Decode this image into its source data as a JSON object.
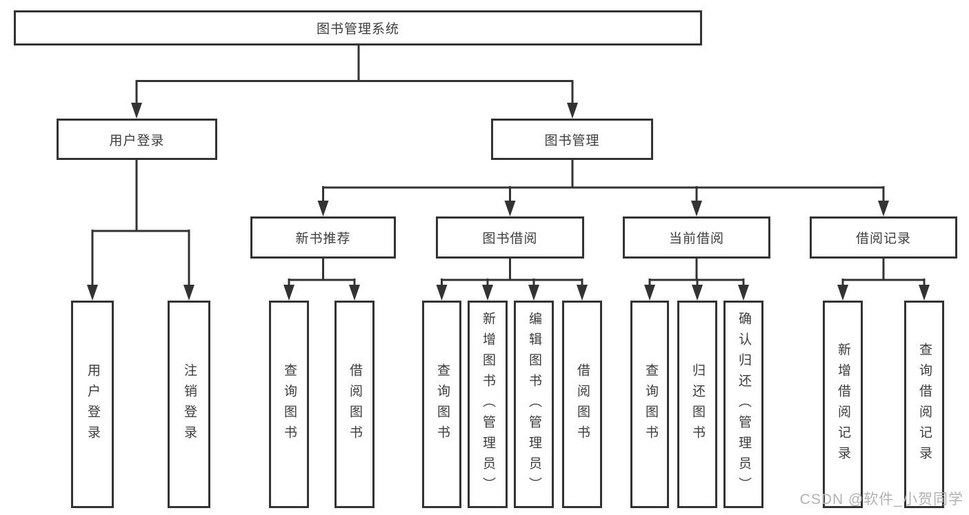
{
  "diagram": {
    "root": {
      "label": "图书管理系统"
    },
    "level2": [
      {
        "label": "用户登录"
      },
      {
        "label": "图书管理"
      }
    ],
    "level3": [
      {
        "label": "新书推荐"
      },
      {
        "label": "图书借阅"
      },
      {
        "label": "当前借阅"
      },
      {
        "label": "借阅记录"
      }
    ],
    "leaves": {
      "user_login": [
        "用户登录",
        "注销登录"
      ],
      "new_book_recommend": [
        "查询图书",
        "借阅图书"
      ],
      "book_borrow": [
        "查询图书",
        "新增图书（管理员）",
        "编辑图书（管理员）",
        "借阅图书"
      ],
      "current_borrow": [
        "查询图书",
        "归还图书",
        "确认归还（管理员）"
      ],
      "borrow_records": [
        "新增借阅记录",
        "查询借阅记录"
      ]
    }
  },
  "watermark": "CSDN @软件_小贺同学",
  "colors": {
    "line": "#333333",
    "text": "#3d3d3d",
    "watermark": "#b2b2b2",
    "background": "#ffffff"
  }
}
